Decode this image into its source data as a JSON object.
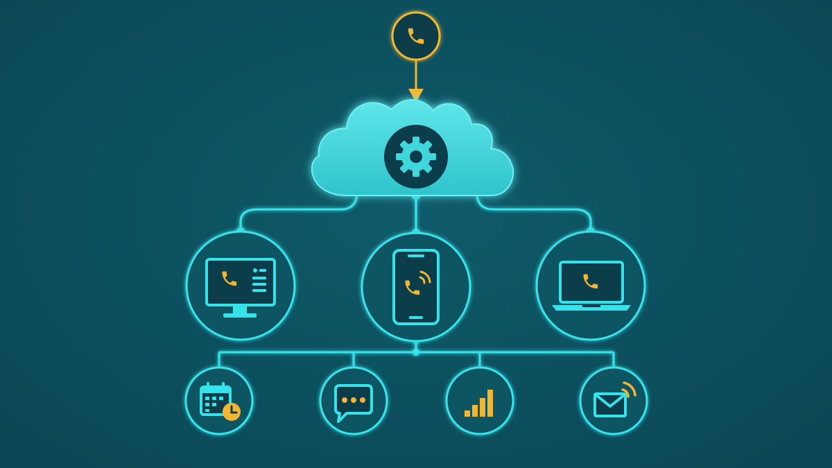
{
  "colors": {
    "background": "#0c4f5e",
    "accent_cyan": "#37e3ea",
    "cloud_fill": "#3fd6dc",
    "hub_dark": "#0b3d4a",
    "accent_gold": "#f2b632"
  },
  "nodes": {
    "incoming_call": {
      "icon": "phone-icon"
    },
    "cloud_hub": {
      "icon": "gear-icon"
    },
    "endpoints": [
      {
        "name": "desktop",
        "icon": "desktop-monitor-phone-icon"
      },
      {
        "name": "mobile",
        "icon": "smartphone-ringing-icon"
      },
      {
        "name": "laptop",
        "icon": "laptop-phone-icon"
      }
    ],
    "features": [
      {
        "name": "scheduling",
        "icon": "calendar-clock-icon"
      },
      {
        "name": "chat",
        "icon": "chat-bubble-icon"
      },
      {
        "name": "analytics",
        "icon": "bar-chart-icon"
      },
      {
        "name": "voicemail-email",
        "icon": "envelope-signal-icon"
      }
    ]
  }
}
